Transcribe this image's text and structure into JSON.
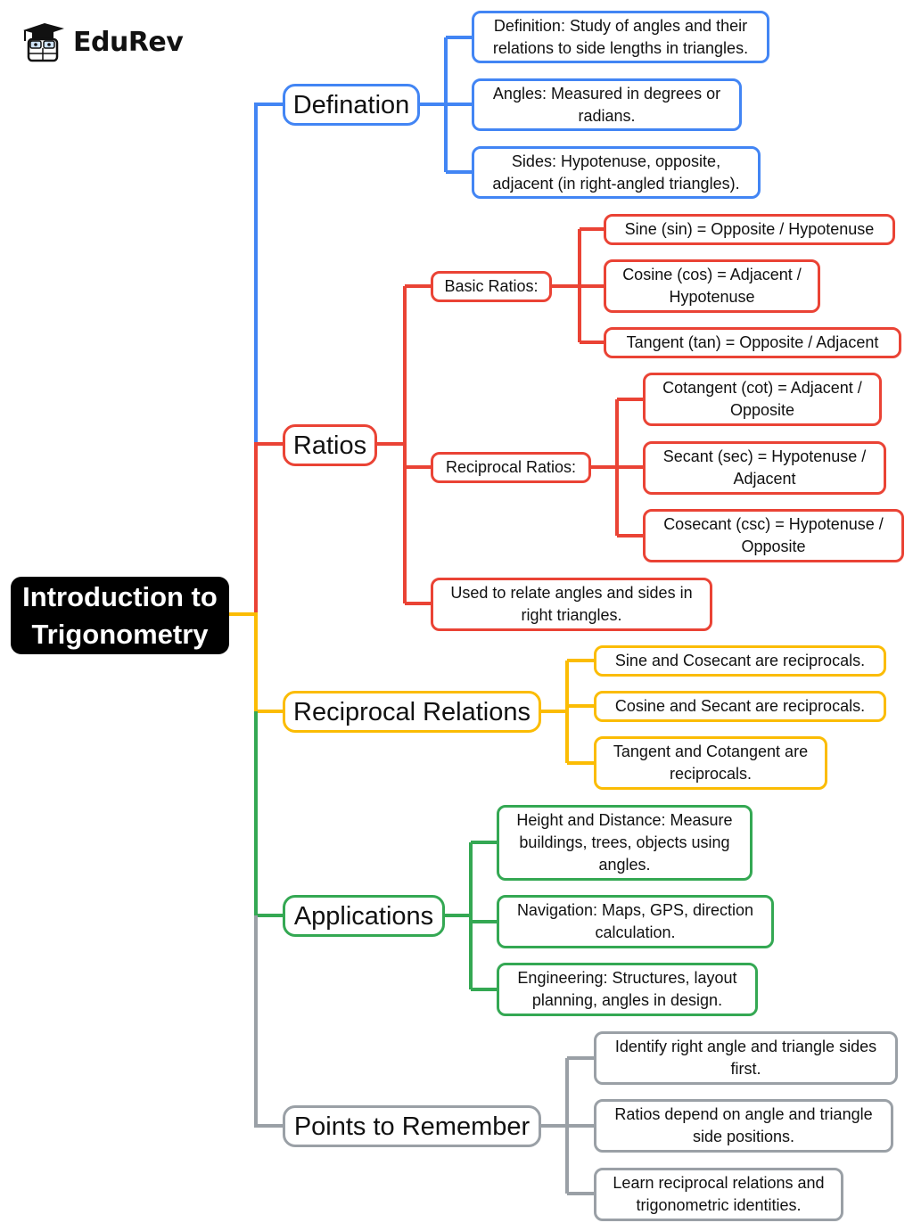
{
  "brand": {
    "name": "EduRev",
    "icon": "graduate-mascot-icon"
  },
  "colors": {
    "root": "#000000",
    "definition": "#4285f4",
    "ratios": "#ea4335",
    "reciprocal": "#fbbc04",
    "applications": "#34a853",
    "points": "#9aa0a6"
  },
  "root": {
    "label": "Introduction to Trigonometry",
    "line1": "Introduction to",
    "line2": "Trigonometry"
  },
  "branches": {
    "definition": {
      "label": "Defination",
      "children": [
        "Definition: Study of angles and their relations to side lengths in triangles.",
        "Angles: Measured in degrees or radians.",
        "Sides: Hypotenuse, opposite, adjacent (in right-angled triangles)."
      ]
    },
    "ratios": {
      "label": "Ratios",
      "basic": {
        "label": "Basic Ratios:",
        "children": [
          "Sine (sin) = Opposite / Hypotenuse",
          "Cosine (cos) = Adjacent / Hypotenuse",
          "Tangent (tan) = Opposite / Adjacent"
        ]
      },
      "reciprocal": {
        "label": "Reciprocal Ratios:",
        "children": [
          "Cotangent (cot) = Adjacent / Opposite",
          "Secant (sec) = Hypotenuse / Adjacent",
          "Cosecant (csc) = Hypotenuse / Opposite"
        ]
      },
      "note": "Used to relate angles and sides in right triangles."
    },
    "reciprocal_relations": {
      "label": "Reciprocal Relations",
      "children": [
        "Sine and Cosecant are reciprocals.",
        "Cosine and Secant are reciprocals.",
        "Tangent and Cotangent are reciprocals."
      ]
    },
    "applications": {
      "label": "Applications",
      "children": [
        "Height and Distance: Measure buildings, trees, objects using angles.",
        "Navigation: Maps, GPS, direction calculation.",
        "Engineering: Structures, layout planning, angles in design."
      ]
    },
    "points": {
      "label": "Points to Remember",
      "children": [
        "Identify right angle and triangle sides first.",
        "Ratios depend on angle and triangle side positions.",
        "Learn reciprocal relations and trigonometric identities."
      ]
    }
  }
}
